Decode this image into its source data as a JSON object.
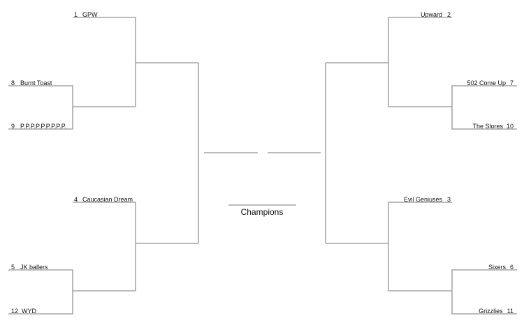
{
  "left": {
    "first_round": [
      {
        "seed": "8",
        "name": "Burnt Toast"
      },
      {
        "seed": "9",
        "name": "P.P.P.P.P.P.P.P.P."
      },
      {
        "seed": "5",
        "name": "JK ballers"
      },
      {
        "seed": "12",
        "name": "WYD"
      }
    ],
    "byes": [
      {
        "seed": "1",
        "name": "GPW"
      },
      {
        "seed": "4",
        "name": "Caucasian Dream"
      }
    ]
  },
  "right": {
    "first_round": [
      {
        "seed": "7",
        "name": "502 Come Up"
      },
      {
        "seed": "10",
        "name": "The Slores"
      },
      {
        "seed": "6",
        "name": "Sixers"
      },
      {
        "seed": "11",
        "name": "Grizzlies"
      }
    ],
    "byes": [
      {
        "seed": "2",
        "name": "Upward"
      },
      {
        "seed": "3",
        "name": "Evil Geniuses"
      }
    ]
  },
  "champions_label": "Champions",
  "colors": {
    "line": "#a6a6a6",
    "text": "#111111",
    "background": "#ffffff"
  }
}
